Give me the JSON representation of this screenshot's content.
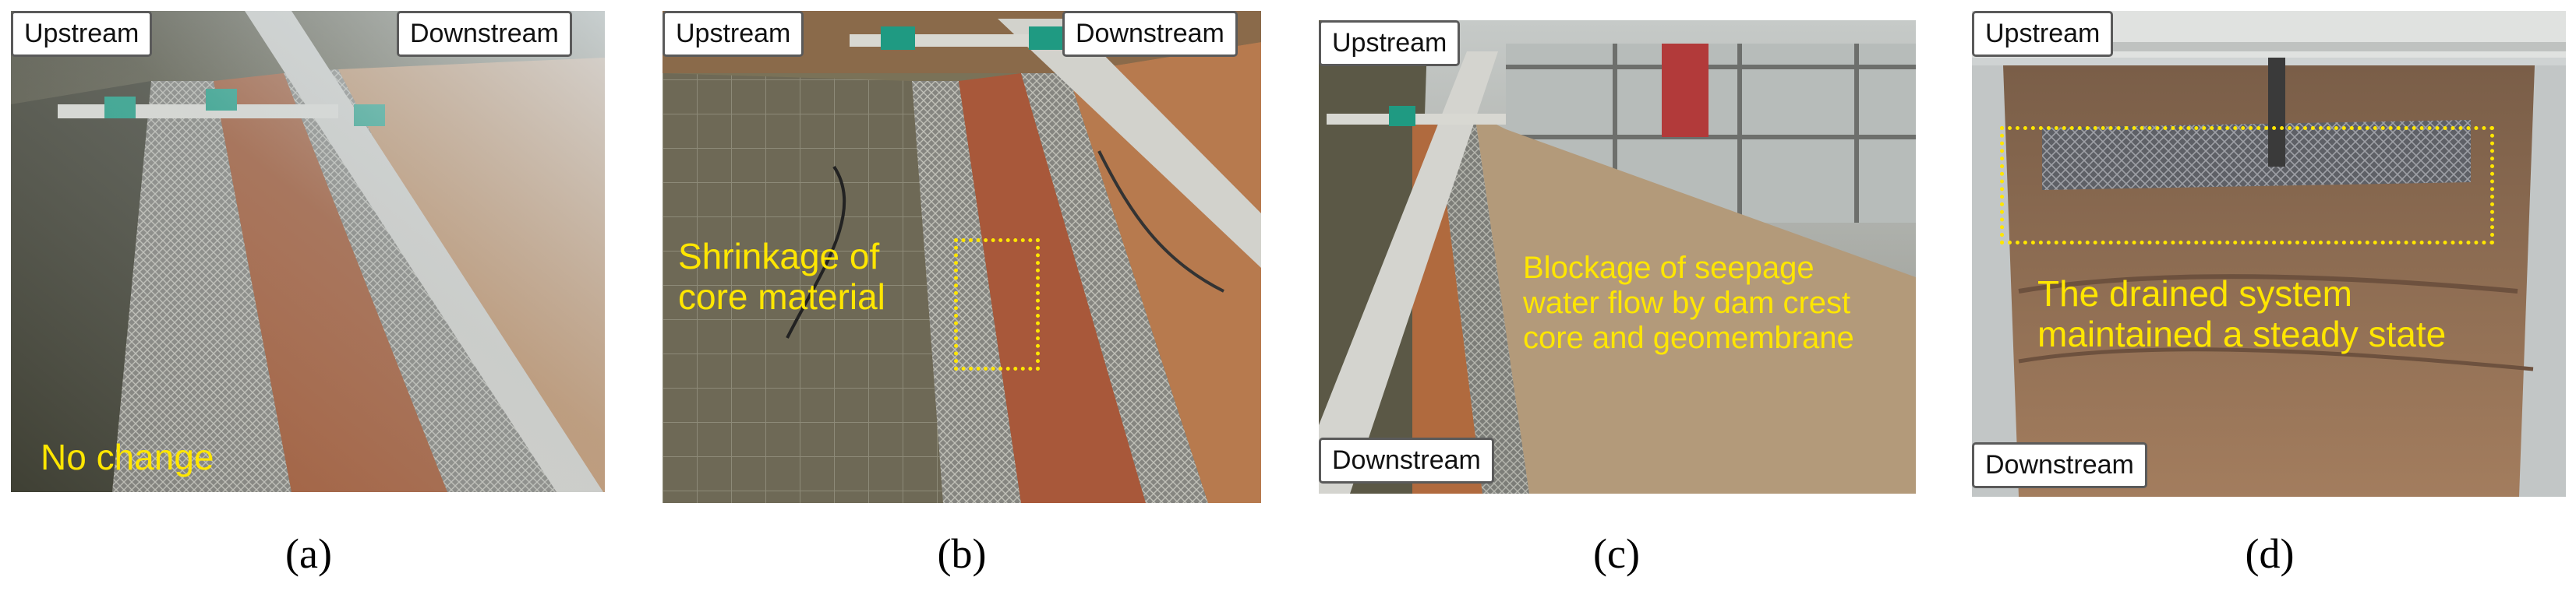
{
  "panels": [
    {
      "caption": "(a)",
      "labels": {
        "upstream": "Upstream",
        "downstream": "Downstream"
      },
      "annotation": "No  change"
    },
    {
      "caption": "(b)",
      "labels": {
        "upstream": "Upstream",
        "downstream": "Downstream"
      },
      "annotation": "Shrinkage of\ncore material"
    },
    {
      "caption": "(c)",
      "labels": {
        "upstream": "Upstream",
        "downstream": "Downstream"
      },
      "annotation": "Blockage of seepage\nwater flow by dam crest\ncore and geomembrane"
    },
    {
      "caption": "(d)",
      "labels": {
        "upstream": "Upstream",
        "downstream": "Downstream"
      },
      "annotation": "The drained system\nmaintained a steady state"
    }
  ],
  "colors": {
    "annotation": "#ffe600",
    "soil": "#9a5a36",
    "water": "#7a7258"
  }
}
